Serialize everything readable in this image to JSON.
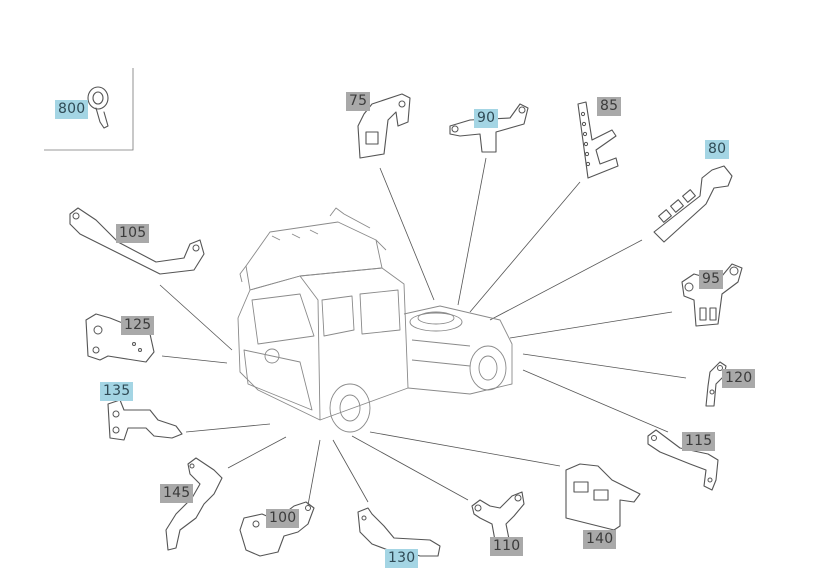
{
  "diagram": {
    "callouts": [
      {
        "id": "800",
        "label": "800",
        "highlight": true
      },
      {
        "id": "75",
        "label": "75",
        "highlight": false
      },
      {
        "id": "90",
        "label": "90",
        "highlight": true
      },
      {
        "id": "85",
        "label": "85",
        "highlight": false
      },
      {
        "id": "80",
        "label": "80",
        "highlight": true
      },
      {
        "id": "105",
        "label": "105",
        "highlight": false
      },
      {
        "id": "95",
        "label": "95",
        "highlight": false
      },
      {
        "id": "125",
        "label": "125",
        "highlight": false
      },
      {
        "id": "120",
        "label": "120",
        "highlight": false
      },
      {
        "id": "135",
        "label": "135",
        "highlight": true
      },
      {
        "id": "115",
        "label": "115",
        "highlight": false
      },
      {
        "id": "145",
        "label": "145",
        "highlight": false
      },
      {
        "id": "100",
        "label": "100",
        "highlight": false
      },
      {
        "id": "130",
        "label": "130",
        "highlight": true
      },
      {
        "id": "110",
        "label": "110",
        "highlight": false
      },
      {
        "id": "140",
        "label": "140",
        "highlight": false
      }
    ],
    "colors": {
      "highlight_bg": "#a4d5e4",
      "default_bg": "#a9a9a9",
      "line": "#555555"
    }
  }
}
